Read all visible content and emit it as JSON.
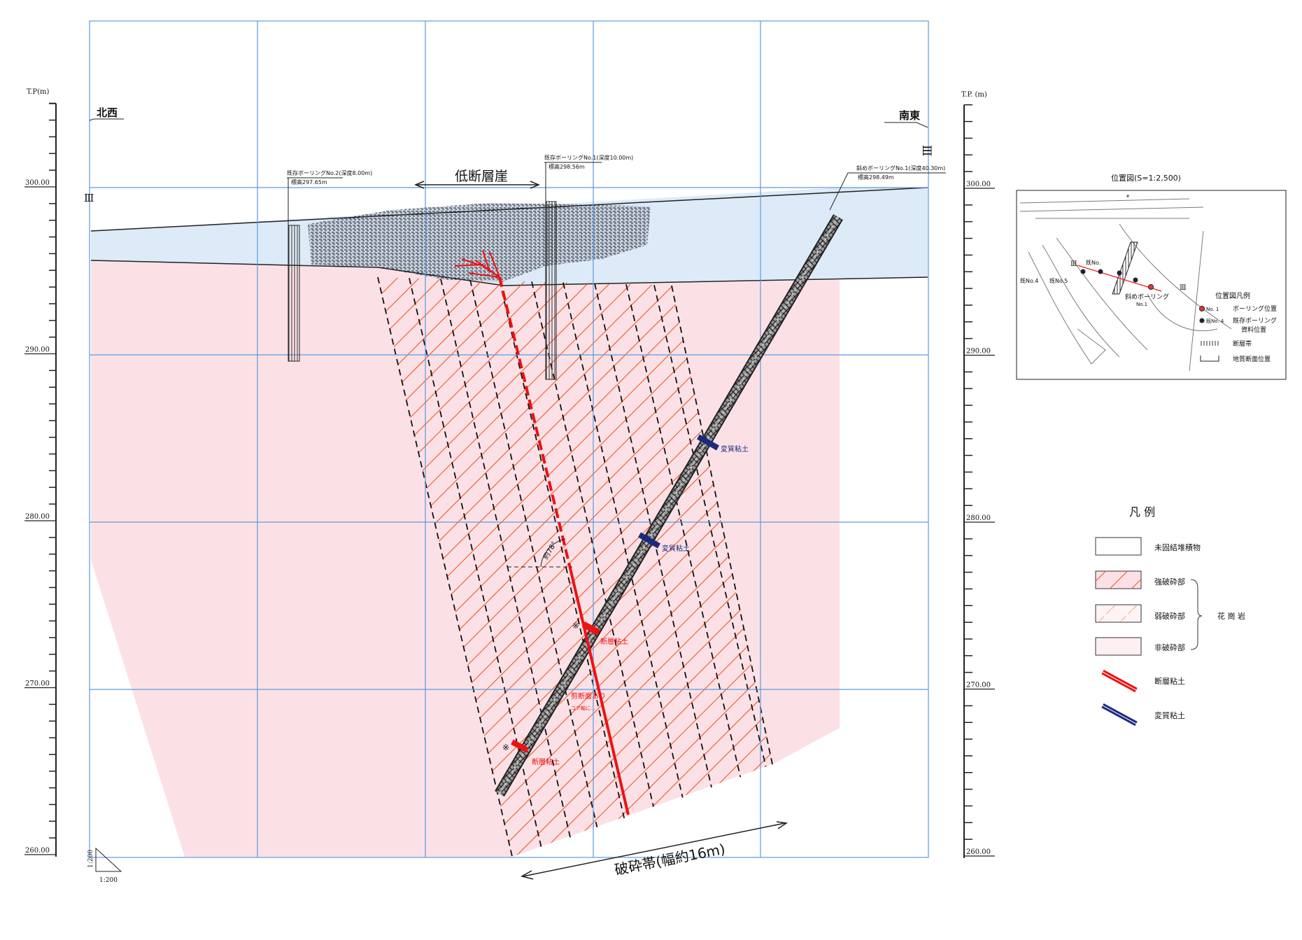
{
  "axis_left": {
    "unit": "T.P(m)",
    "ticks": [
      "300.00",
      "290.00",
      "280.00",
      "270.00",
      "260.00"
    ]
  },
  "axis_right": {
    "unit": "T.P. (m)",
    "ticks": [
      "300.00",
      "290.00",
      "280.00",
      "270.00",
      "260.00"
    ]
  },
  "section": {
    "left_direction": "北西",
    "right_direction": "南東",
    "mark_left": "Ⅲ",
    "mark_right": "Ⅲ"
  },
  "borings": [
    {
      "title": "既存ボーリングNo.2(深度8.00m)",
      "elevation": "標高297.65m"
    },
    {
      "title": "既存ボーリングNo.1(深度10.00m)",
      "elevation": "標高298.56m"
    },
    {
      "title": "斜めボーリングNo.1(深度40.30m)",
      "elevation": "標高298.49m"
    }
  ],
  "annotations": {
    "cliff": "低断層崖",
    "angle": "約78°",
    "fracture_zone": "破砕帯(幅約16m)",
    "altered_clay_1": "変質粘土",
    "altered_clay_2": "変質粘土",
    "fault_clay_1": "断層粘土",
    "fault_clay_2": "断層粘土",
    "shear": "剪断面あり",
    "shear_note": "コア軸に…",
    "asterisk_1": "※",
    "asterisk_2": "※",
    "scale_v": "1:200",
    "scale_h": "1:200"
  },
  "legend": {
    "title": "凡 例",
    "items": [
      {
        "label": "未固結堆積物"
      },
      {
        "label": "強破砕部"
      },
      {
        "label": "弱破砕部"
      },
      {
        "label": "非破砕部"
      },
      {
        "label": "断層粘土"
      },
      {
        "label": "変質粘土"
      }
    ],
    "group_label": "花 崗 岩"
  },
  "location_map": {
    "title": "位置図(S=1:2,500)",
    "labels": {
      "mark_a": "Ⅲ",
      "mark_b": "Ⅲ",
      "existing": "既No.",
      "existing4": "既No.4",
      "existing_b": "既No.5",
      "incline": "斜めボーリング",
      "incline_no": "No.1"
    },
    "legend_title": "位置図凡例",
    "legend": [
      {
        "symbol": "No. 1",
        "label": "ボーリング位置"
      },
      {
        "symbol": "既No. 4",
        "label": "既存ボーリング",
        "label2": "資料位置"
      },
      {
        "symbol": "",
        "label": "断層帯"
      },
      {
        "symbol": "",
        "label": "地質断面位置"
      }
    ]
  },
  "colors": {
    "grid": "#5b9be0",
    "fault": "#ee1111",
    "clay_blue": "#1a2a80",
    "granite": "#fbe1e6",
    "sediment": "#dcebf7"
  }
}
